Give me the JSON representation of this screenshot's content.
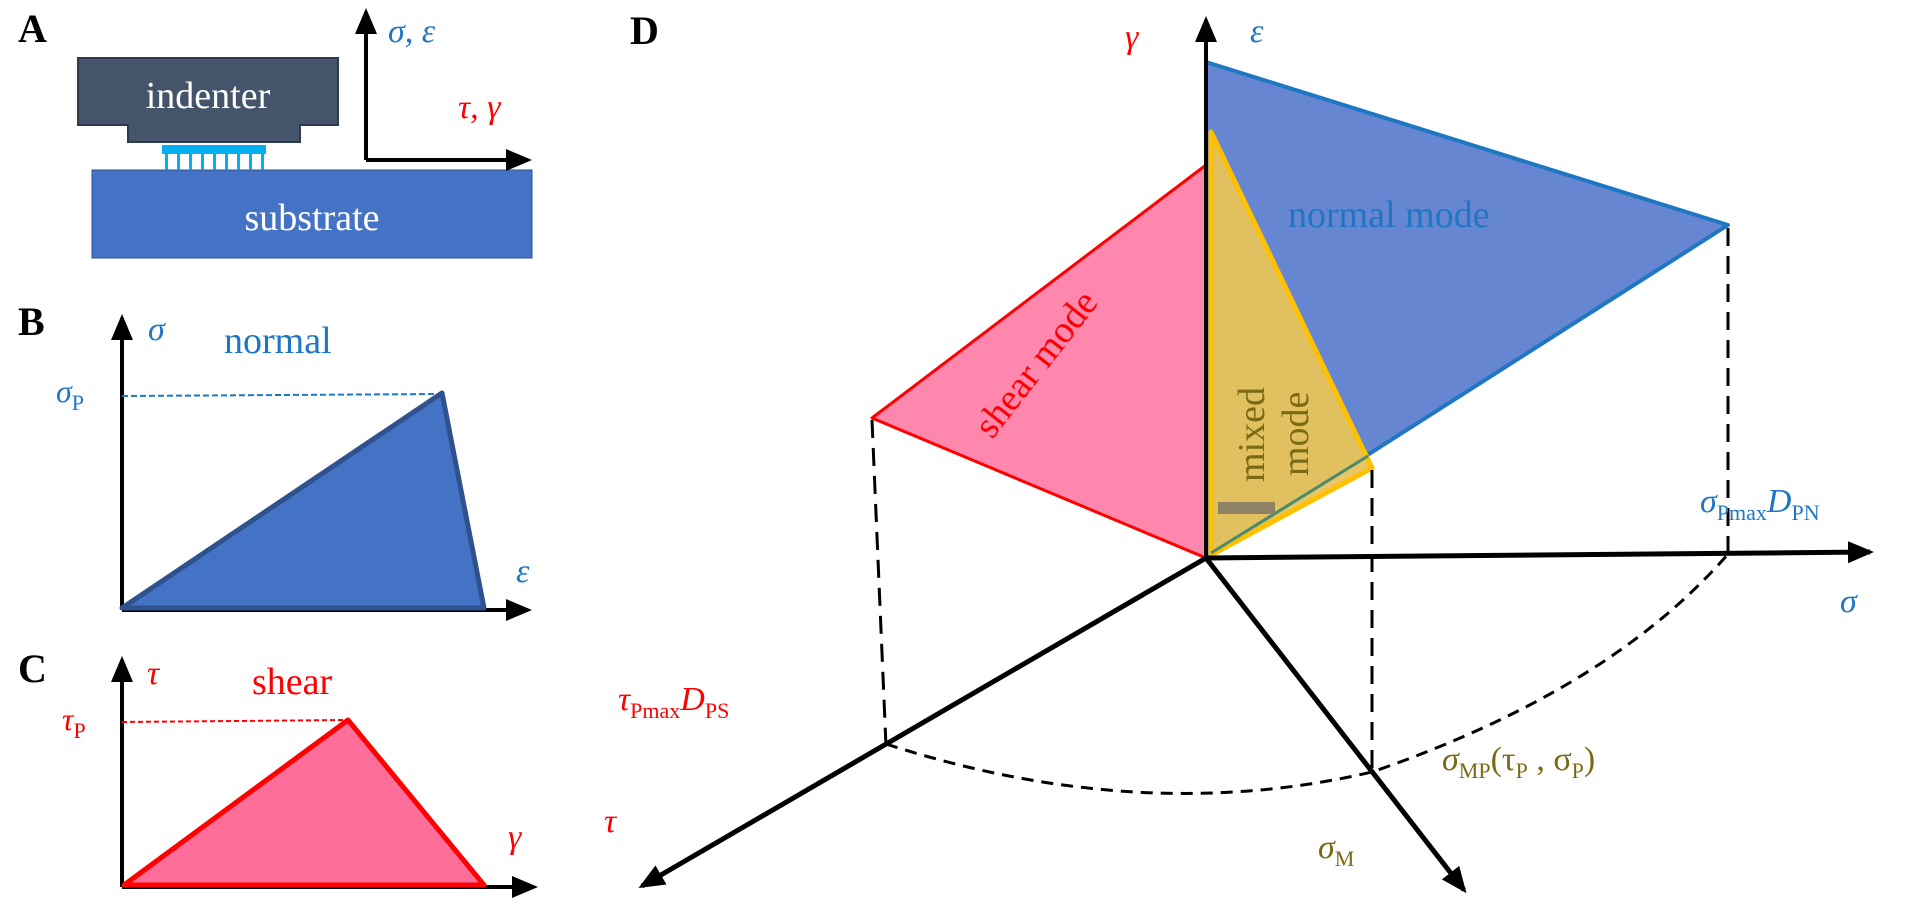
{
  "colors": {
    "normal": "#1f77c4",
    "shear": "#ff0000",
    "mixed": "#7a6a14",
    "indenter": "#44546a",
    "substrate": "#4472c4",
    "contact": "#00b0f0",
    "normal_fill": "#4a6fc4",
    "shear_fill": "#ff6d9a",
    "mixed_fill": "#e8c35a"
  },
  "panels": {
    "a": {
      "letter": "A",
      "indenter": "indenter",
      "substrate": "substrate",
      "axis_up": "σ, ε",
      "axis_right": "τ, γ"
    },
    "b": {
      "letter": "B",
      "y_axis": "σ",
      "title": "normal",
      "peak": "σ",
      "peak_sub": "P",
      "x_axis": "ε"
    },
    "c": {
      "letter": "C",
      "y_axis": "τ",
      "title": "shear",
      "peak": "τ",
      "peak_sub": "P",
      "x_axis": "γ"
    },
    "d": {
      "letter": "D",
      "gamma": "γ",
      "epsilon": "ε",
      "normal_mode": "normal mode",
      "shear_mode": "shear mode",
      "mixed_mode_1": "mixed",
      "mixed_mode_2": "mode",
      "sigma": "σ",
      "tau": "τ",
      "sigma_M": "σ",
      "sigma_M_sub": "M",
      "normal_energy": {
        "sym": "σ",
        "sub1": "Pmax",
        "D": "D",
        "sub2": "PN"
      },
      "shear_energy": {
        "sym": "τ",
        "sub1": "Pmax",
        "D": "D",
        "sub2": "PS"
      },
      "mixed_energy": {
        "sym": "σ",
        "sub1": "MP",
        "args": "(τ",
        "tP_sub": "P",
        "comma": " , σ",
        "sP_sub": "P",
        "close": ")"
      }
    }
  }
}
